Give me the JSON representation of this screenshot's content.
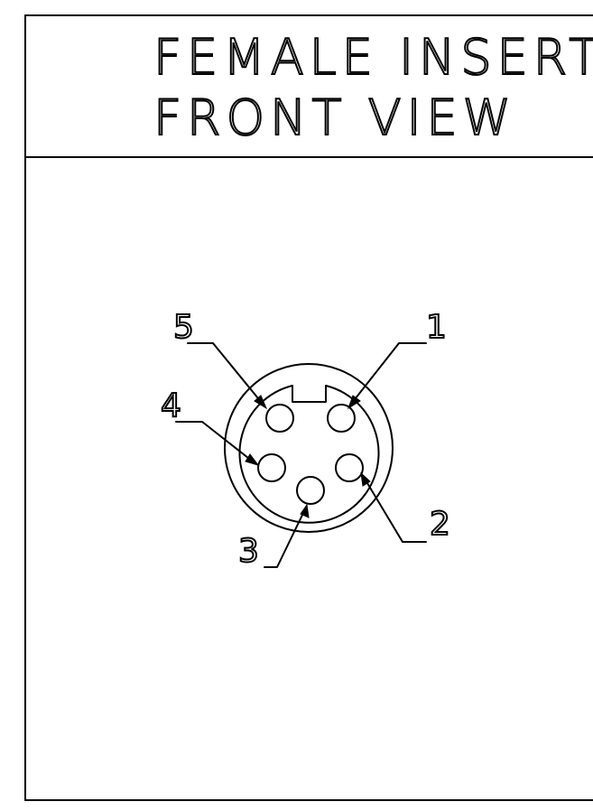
{
  "title": {
    "line1": "FEMALE INSERT",
    "line2": "FRONT VIEW"
  },
  "pins": [
    {
      "id": "pin-1",
      "label": "1"
    },
    {
      "id": "pin-2",
      "label": "2"
    },
    {
      "id": "pin-3",
      "label": "3"
    },
    {
      "id": "pin-4",
      "label": "4"
    },
    {
      "id": "pin-5",
      "label": "5"
    }
  ],
  "colors": {
    "line": "#000000",
    "background": "#ffffff"
  }
}
